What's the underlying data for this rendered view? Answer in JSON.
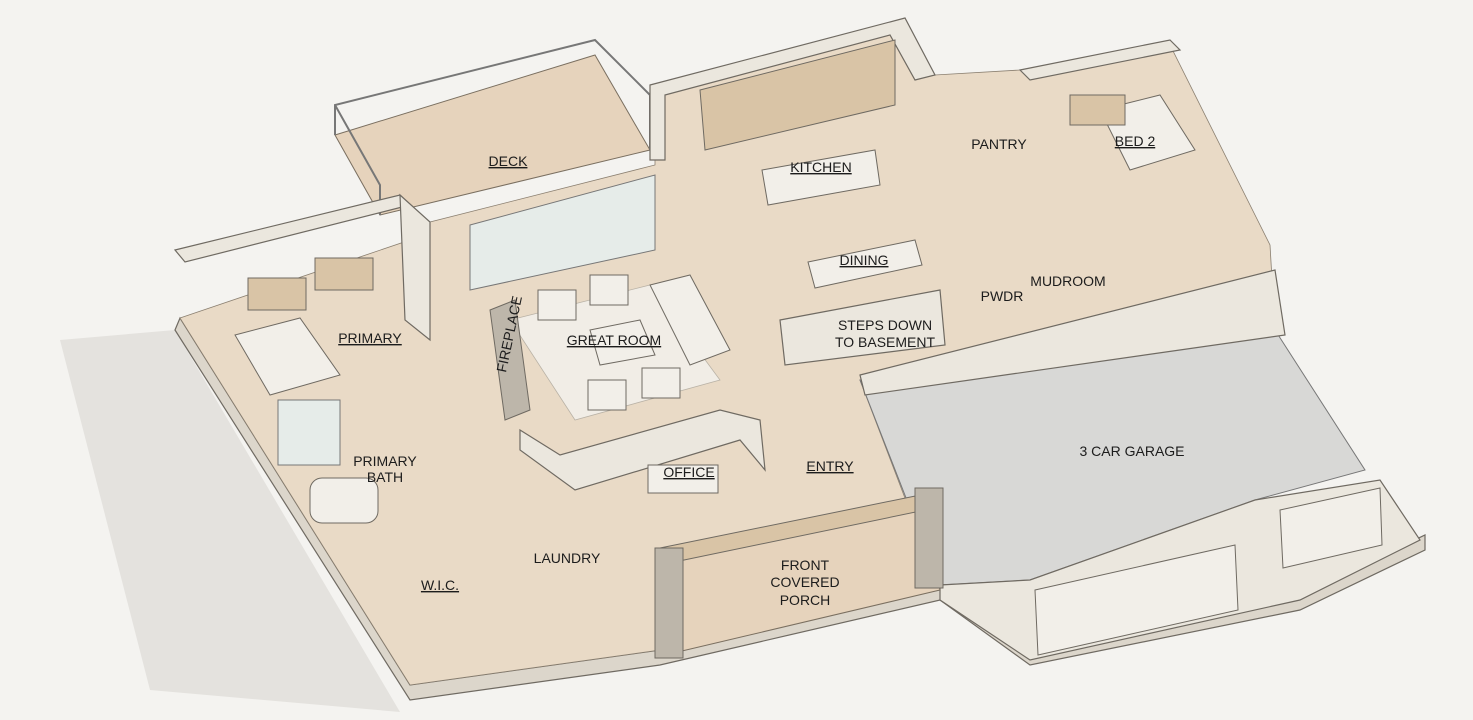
{
  "plan": {
    "rooms": {
      "deck": "DECK",
      "kitchen": "KITCHEN",
      "pantry": "PANTRY",
      "bed2": "BED 2",
      "dining": "DINING",
      "mudroom": "MUDROOM",
      "pwdr": "PWDR",
      "steps_line1": "STEPS DOWN",
      "steps_line2": "TO BASEMENT",
      "great_room": "GREAT ROOM",
      "fireplace": "FIREPLACE",
      "primary": "PRIMARY",
      "primary_bath_line1": "PRIMARY",
      "primary_bath_line2": "BATH",
      "office": "OFFICE",
      "entry": "ENTRY",
      "garage": "3 CAR GARAGE",
      "laundry": "LAUNDRY",
      "wic": "W.I.C.",
      "porch_line1": "FRONT",
      "porch_line2": "COVERED",
      "porch_line3": "PORCH"
    },
    "colors": {
      "background": "#f4f3f0",
      "wood_floor": "#e9dac6",
      "walls": "#ebe7de",
      "garage_floor": "#d8d8d6"
    }
  }
}
